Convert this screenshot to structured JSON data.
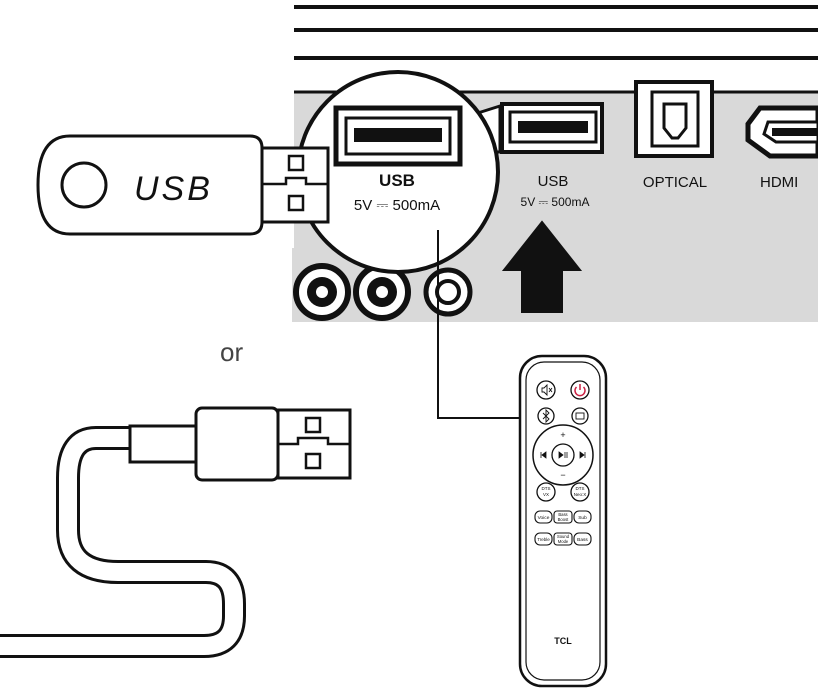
{
  "usb_stick": {
    "label": "USB"
  },
  "zoom_port": {
    "name": "USB",
    "rating": "5V ⎓ 500mA"
  },
  "panel_ports": [
    {
      "name": "USB",
      "rating": "5V ⎓ 500mA"
    },
    {
      "name": "OPTICAL"
    },
    {
      "name": "HDMI"
    }
  ],
  "separator_text": "or",
  "remote": {
    "brand": "TCL",
    "buttons": {
      "dts_vx": "DTS\nVX",
      "dts_neo": "DTS\nNeo:X",
      "voice": "Voice",
      "bass_boost": "Bass\nBoost",
      "sub": "Sub",
      "treble": "Treble",
      "sound_mode": "Sound\nMode",
      "bass": "Bass"
    }
  },
  "icons": {
    "mute": "mute-icon",
    "power": "power-icon",
    "input": "input-source-icon",
    "play_pause": "play-pause-icon",
    "prev": "previous-track-icon",
    "next": "next-track-icon",
    "plus": "plus-icon",
    "minus": "minus-icon",
    "bluetooth": "bluetooth-icon",
    "arrow": "insert-arrow-icon"
  },
  "colors": {
    "panel": "#d9d9d9",
    "line": "#111111",
    "power": "#cc2244"
  }
}
